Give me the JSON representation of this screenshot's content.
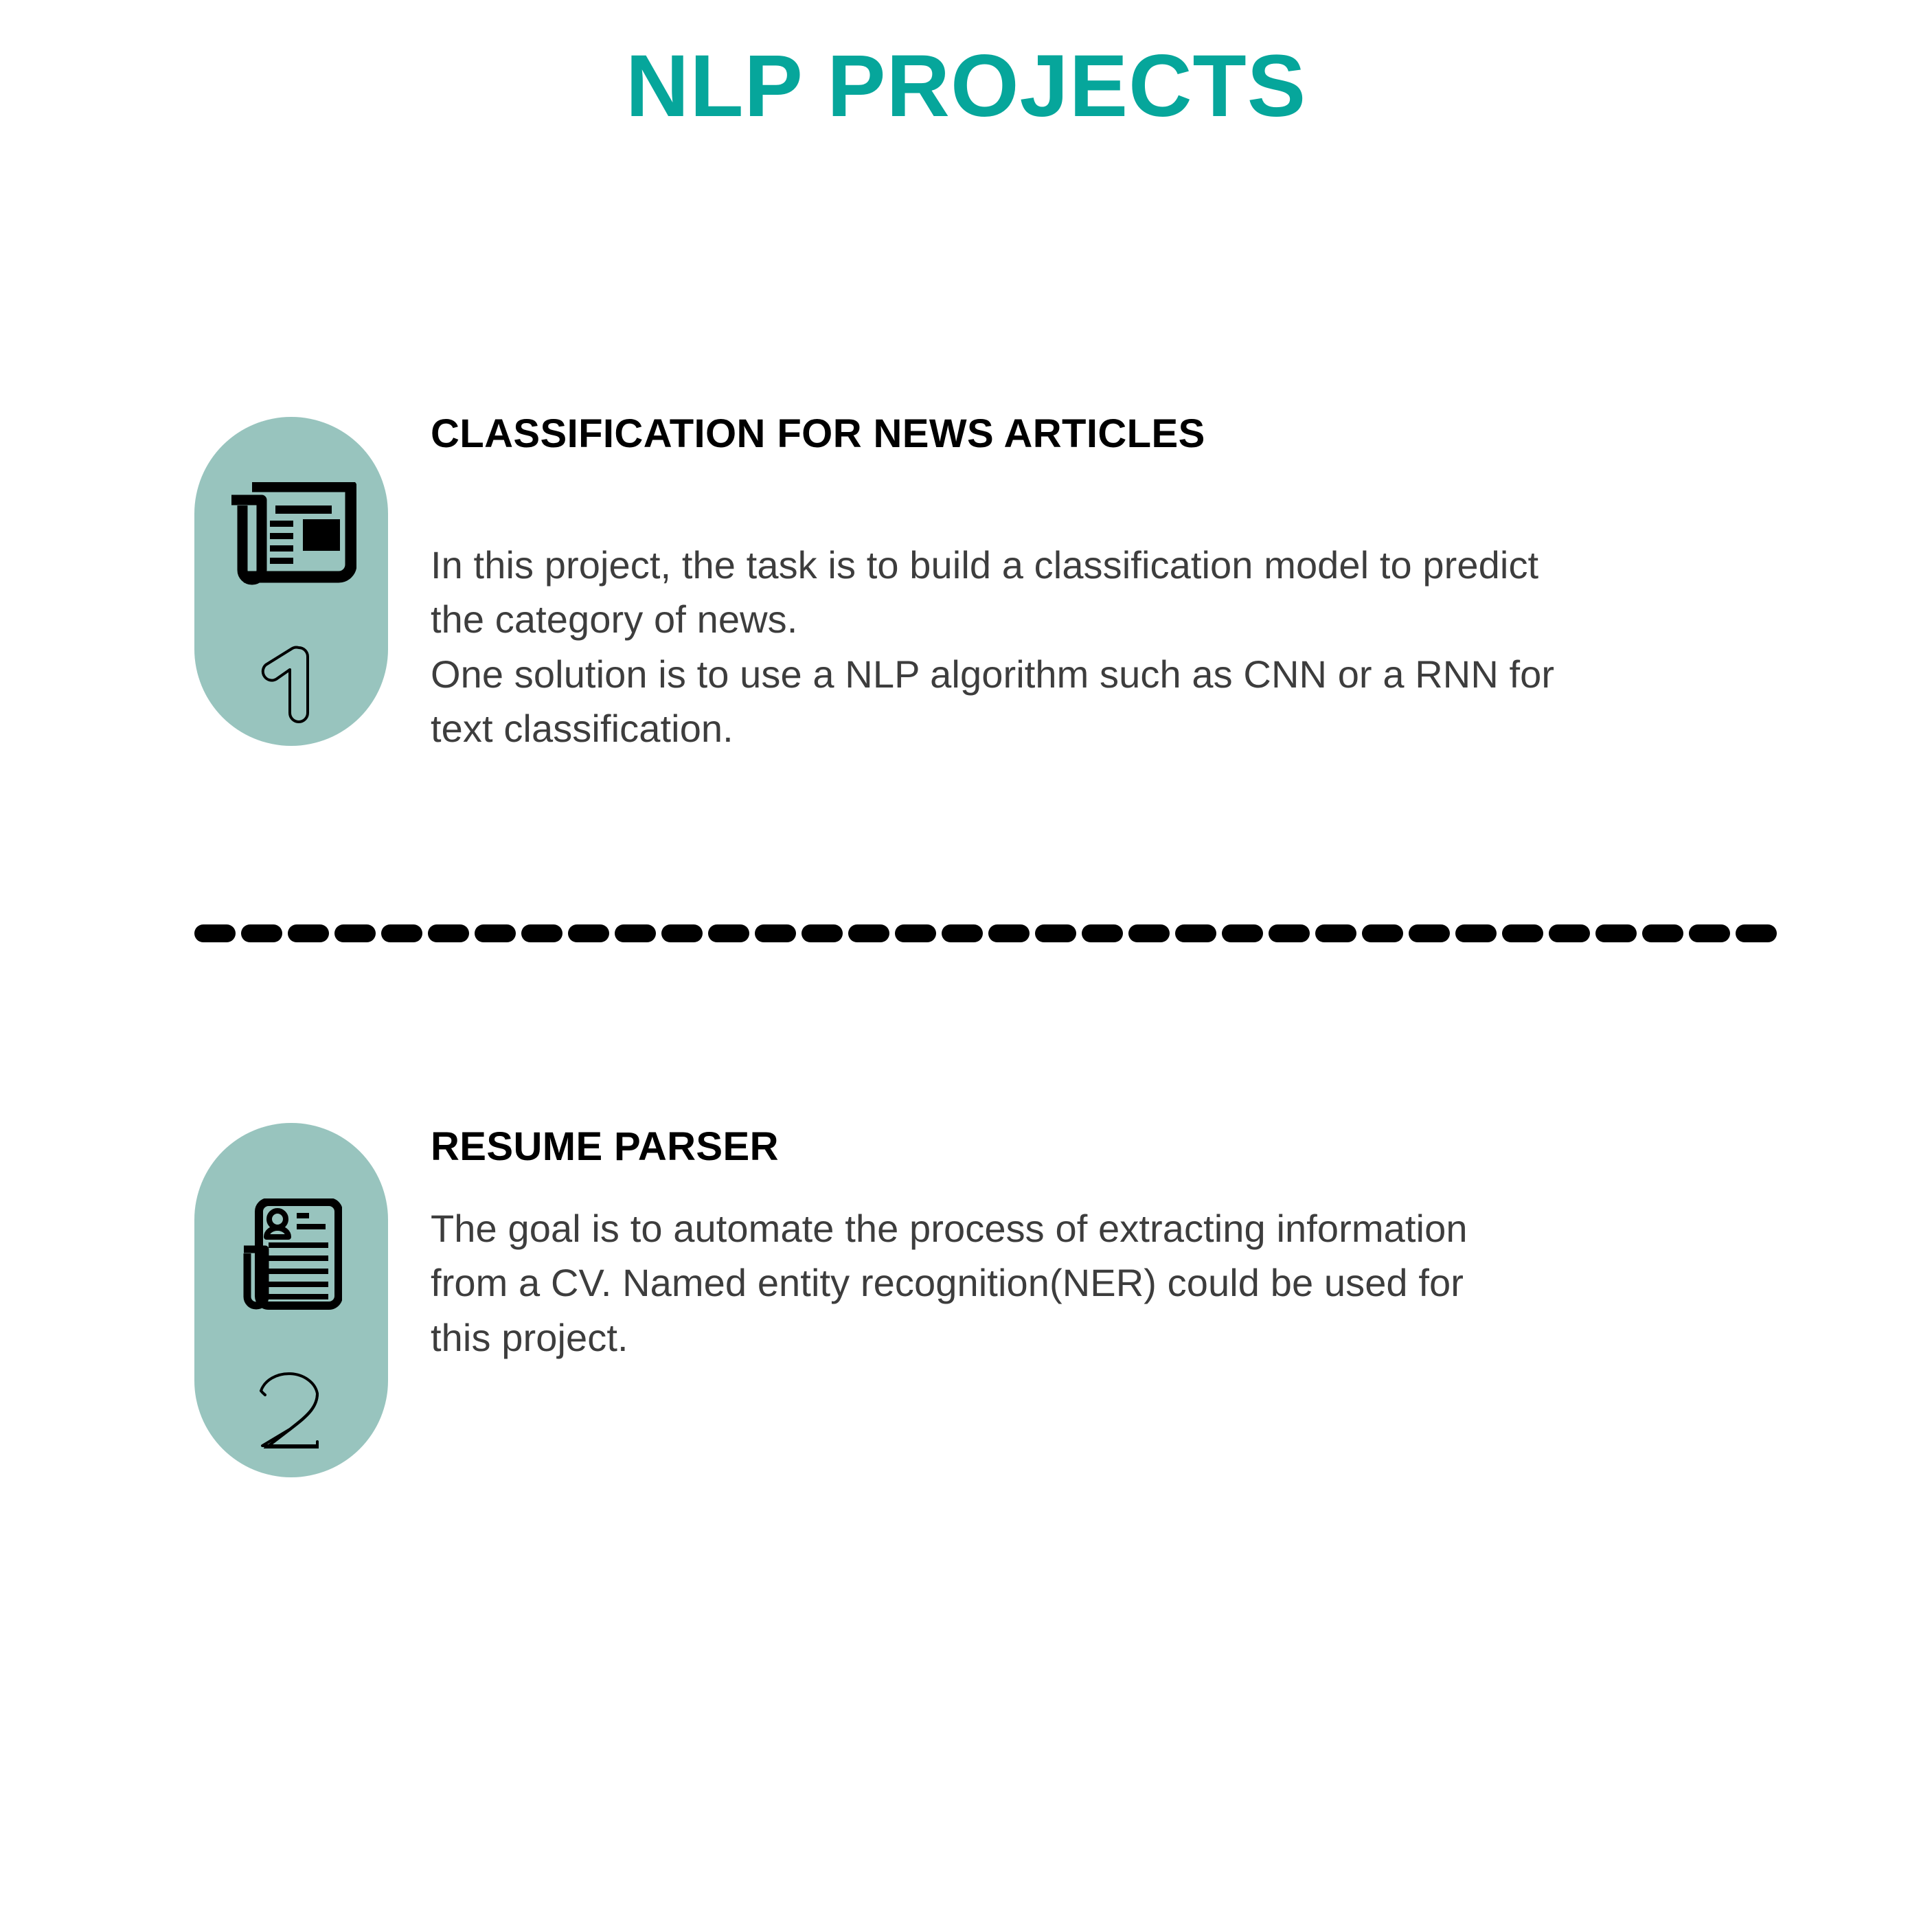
{
  "page": {
    "title": "NLP PROJECTS",
    "background_color": "#ffffff",
    "accent_color": "#06a69b",
    "badge_color": "#98c4be",
    "heading_color": "#000000",
    "body_color": "#3d3d3d",
    "divider_color": "#000000"
  },
  "cards": [
    {
      "number": "1",
      "icon": "newspaper-icon",
      "heading": "CLASSIFICATION FOR NEWS ARTICLES",
      "body_lines": [
        "In this project, the task is to build a classification model to predict",
        "the category of news.",
        "One solution is to use a NLP algorithm such as CNN or a RNN for",
        "text classification."
      ]
    },
    {
      "number": "2",
      "icon": "resume-document-icon",
      "heading": "RESUME PARSER",
      "body_lines": [
        "The goal is to automate the process of extracting information",
        "from a CV. Named entity recognition(NER) could be used for",
        "this project."
      ]
    }
  ],
  "divider": {
    "style": "dashed",
    "dash_length": 34,
    "gap_length": 34
  }
}
